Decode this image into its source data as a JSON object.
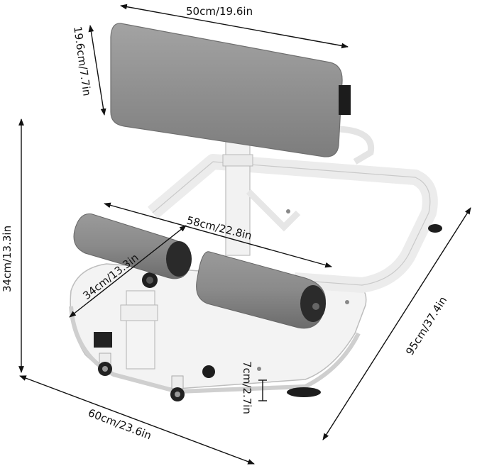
{
  "dimensions": {
    "backrest_width": "50cm/19.6in",
    "backrest_height": "19.6cm/7.7in",
    "overall_height": "34cm/13.3in",
    "roller_span": "58cm/22.8in",
    "roller_height": "34cm/13.3in",
    "overall_length": "95cm/37.4in",
    "overall_width": "60cm/23.6in",
    "base_height": "7cm/2.7in"
  },
  "colors": {
    "frame": "#f4f4f4",
    "padding": "#8c8c8c",
    "dimension_lines": "#111111"
  }
}
